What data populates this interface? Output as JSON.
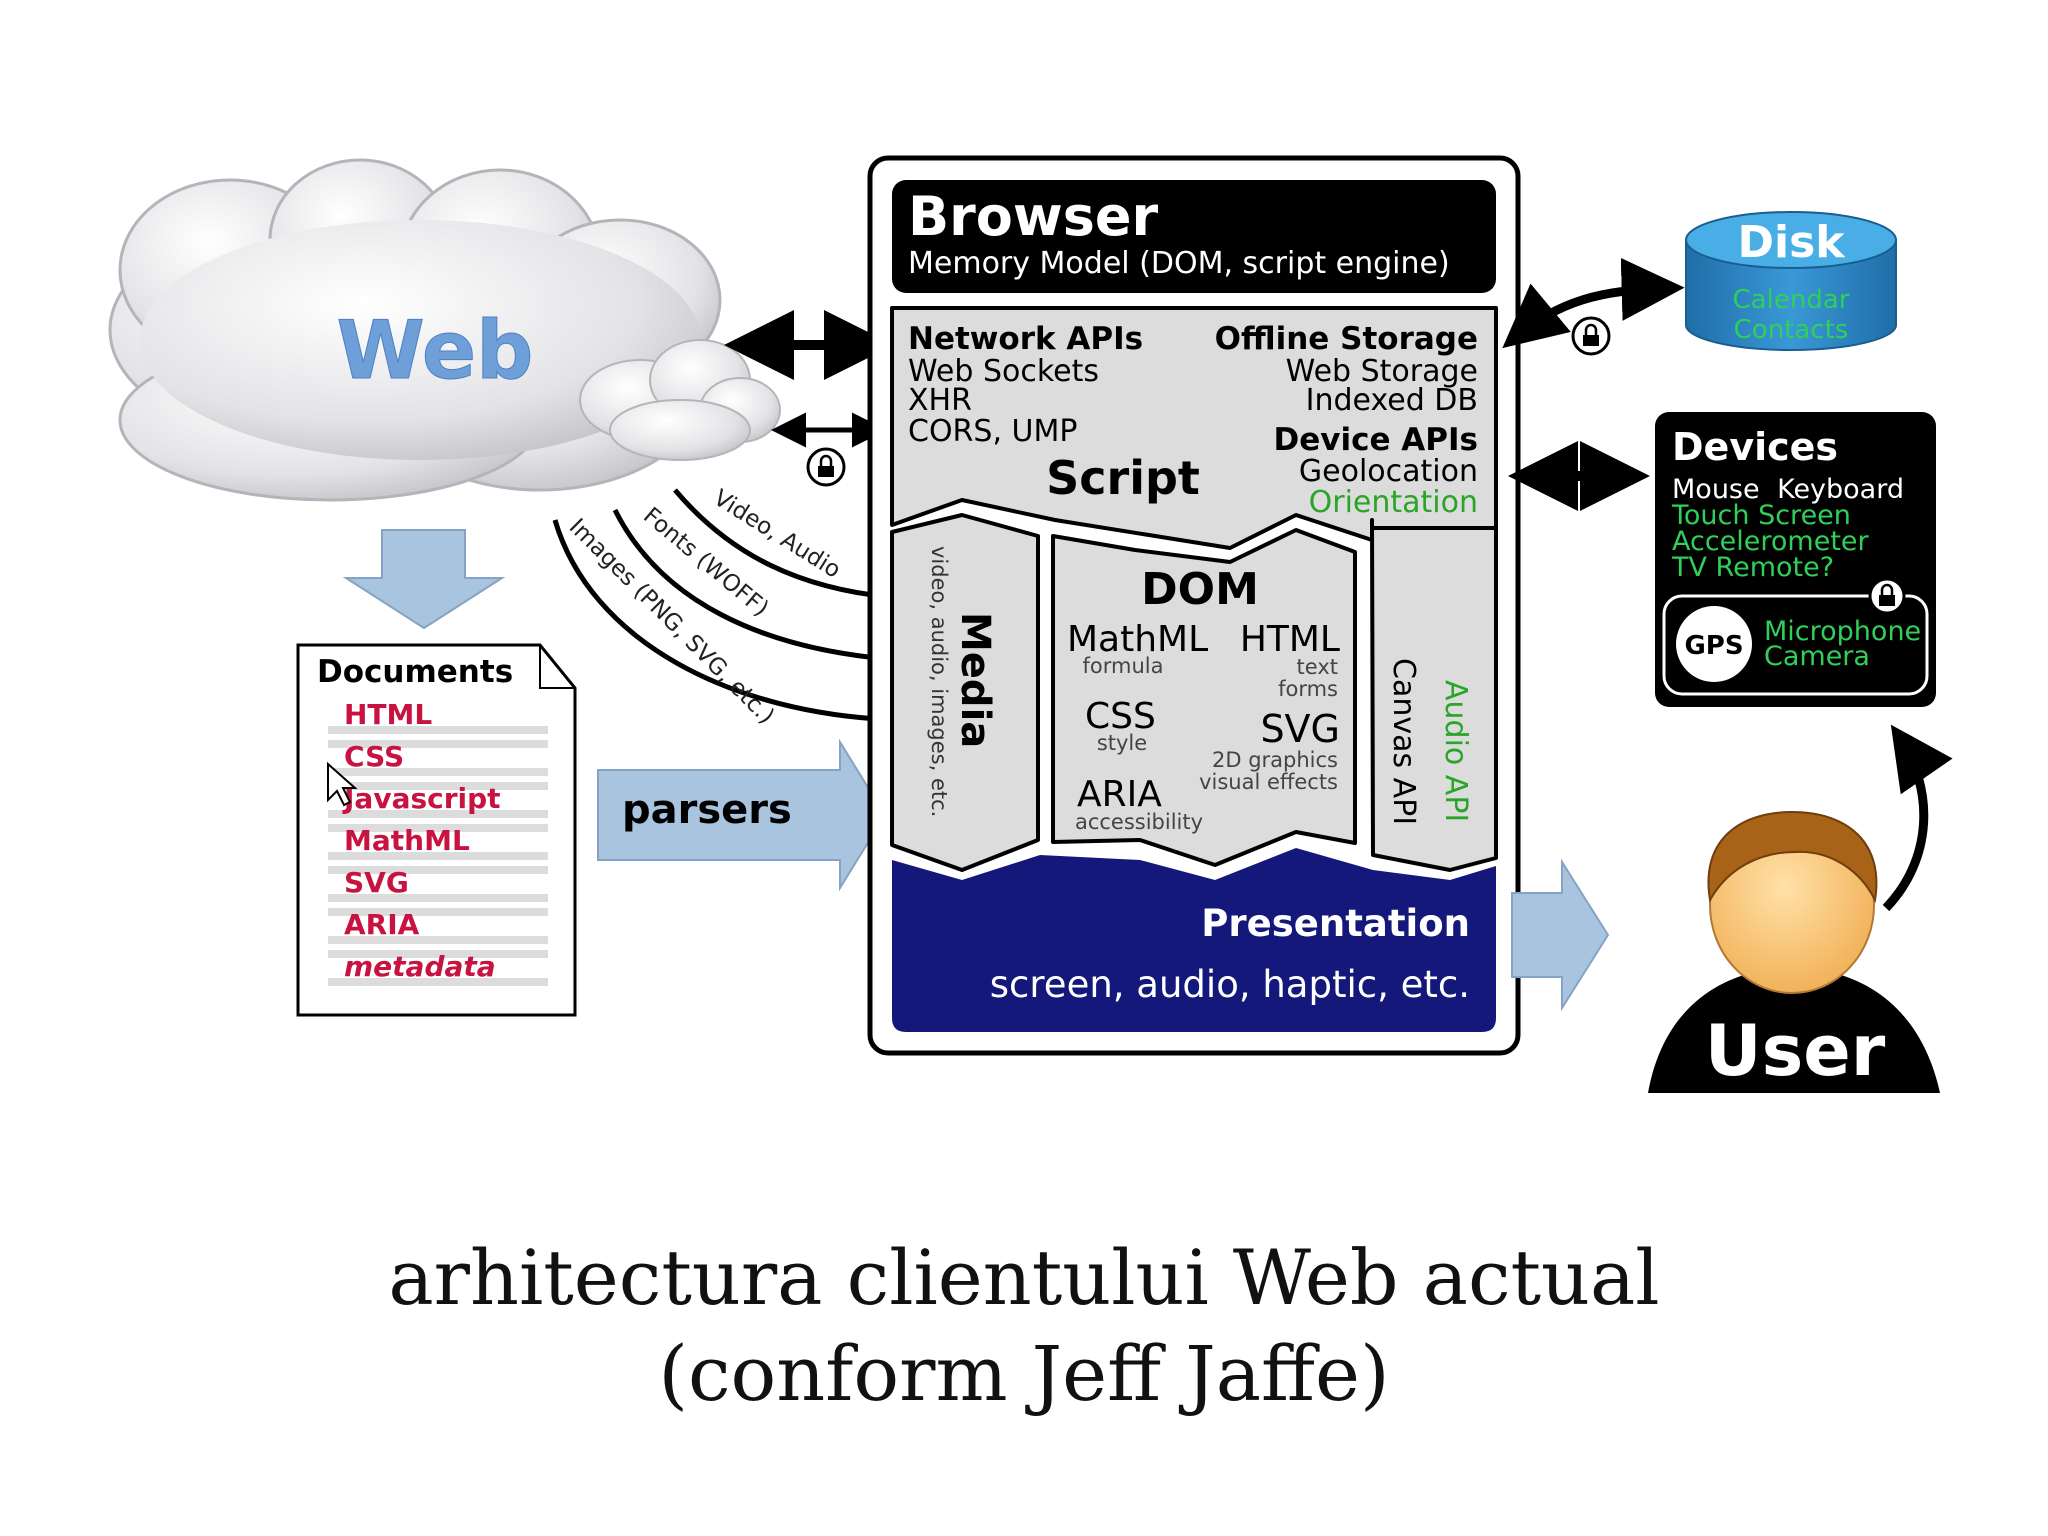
{
  "web": {
    "label": "Web"
  },
  "documents": {
    "title": "Documents",
    "items": [
      "HTML",
      "CSS",
      "Javascript",
      "MathML",
      "SVG",
      "ARIA",
      "metadata"
    ]
  },
  "parsers": {
    "label": "parsers"
  },
  "streams": {
    "video": "Video, Audio",
    "fonts": "Fonts (WOFF)",
    "images": "Images (PNG, SVG, etc.)"
  },
  "browser": {
    "title": "Browser",
    "subtitle": "Memory Model (DOM, script engine)",
    "network_title": "Network APIs",
    "network_items": [
      "Web Sockets",
      "XHR",
      "CORS, UMP"
    ],
    "offline_title": "Offline Storage",
    "offline_items": [
      "Web Storage",
      "Indexed DB"
    ],
    "device_title": "Device APIs",
    "device_items": [
      "Geolocation",
      "Orientation"
    ],
    "script": "Script",
    "media_title": "Media",
    "media_sub": "video, audio, images, etc.",
    "dom": {
      "title": "DOM",
      "mathml": "MathML",
      "mathml_sub": "formula",
      "html": "HTML",
      "html_sub": [
        "text",
        "forms"
      ],
      "css": "CSS",
      "css_sub": "style",
      "svg": "SVG",
      "svg_sub": [
        "2D graphics",
        "visual effects"
      ],
      "aria": "ARIA",
      "aria_sub": "accessibility"
    },
    "canvas_api": "Canvas API",
    "audio_api": "Audio API",
    "presentation_title": "Presentation",
    "presentation_sub": "screen, audio, haptic, etc."
  },
  "disk": {
    "title": "Disk",
    "items": [
      "Calendar",
      "Contacts"
    ]
  },
  "devices": {
    "title": "Devices",
    "row1": [
      "Mouse",
      "Keyboard"
    ],
    "items": [
      "Touch Screen",
      "Accelerometer",
      "TV Remote?"
    ],
    "gps": "GPS",
    "secure_items": [
      "Microphone",
      "Camera"
    ]
  },
  "user": {
    "label": "User"
  },
  "caption": {
    "line1": "arhitectura clientului Web actual",
    "line2": "(conform Jeff Jaffe)"
  },
  "colors": {
    "black": "#000000",
    "panel_gray": "#dcdcdc",
    "presentation_blue": "#13187a",
    "arrow_blue": "#a9c4df",
    "doc_item_red": "#c8123f",
    "green": "#2aa52a",
    "disk_blue": "#2d86c4"
  }
}
